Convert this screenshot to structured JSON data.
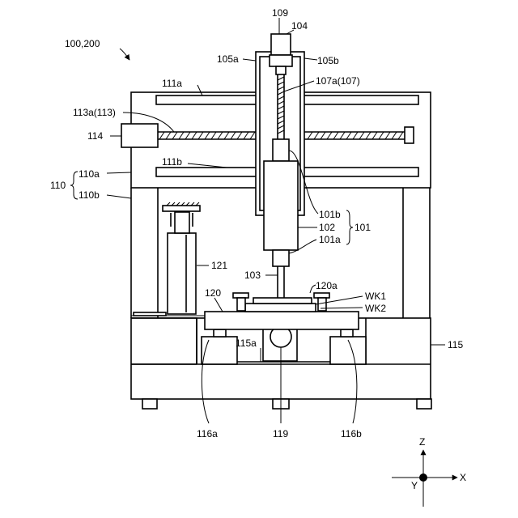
{
  "figure": {
    "title_ref": "100,200",
    "labels": {
      "l109": "109",
      "l104": "104",
      "l105a": "105a",
      "l105b": "105b",
      "l111a": "111a",
      "l107a": "107a(107)",
      "l113a": "113a(113)",
      "l114": "114",
      "l111b": "111b",
      "l110a": "110a",
      "l110": "110",
      "l110b": "110b",
      "l101b": "101b",
      "l102": "102",
      "l101": "101",
      "l101a": "101a",
      "l121": "121",
      "l103": "103",
      "l120": "120",
      "l120a": "120a",
      "l wk1": "WK1",
      "lwk2": "WK2",
      "l115a": "115a",
      "l115": "115",
      "l116a": "116a",
      "l119": "119",
      "l116b": "116b"
    },
    "axes": {
      "z": "Z",
      "x": "X",
      "y": "Y"
    }
  }
}
